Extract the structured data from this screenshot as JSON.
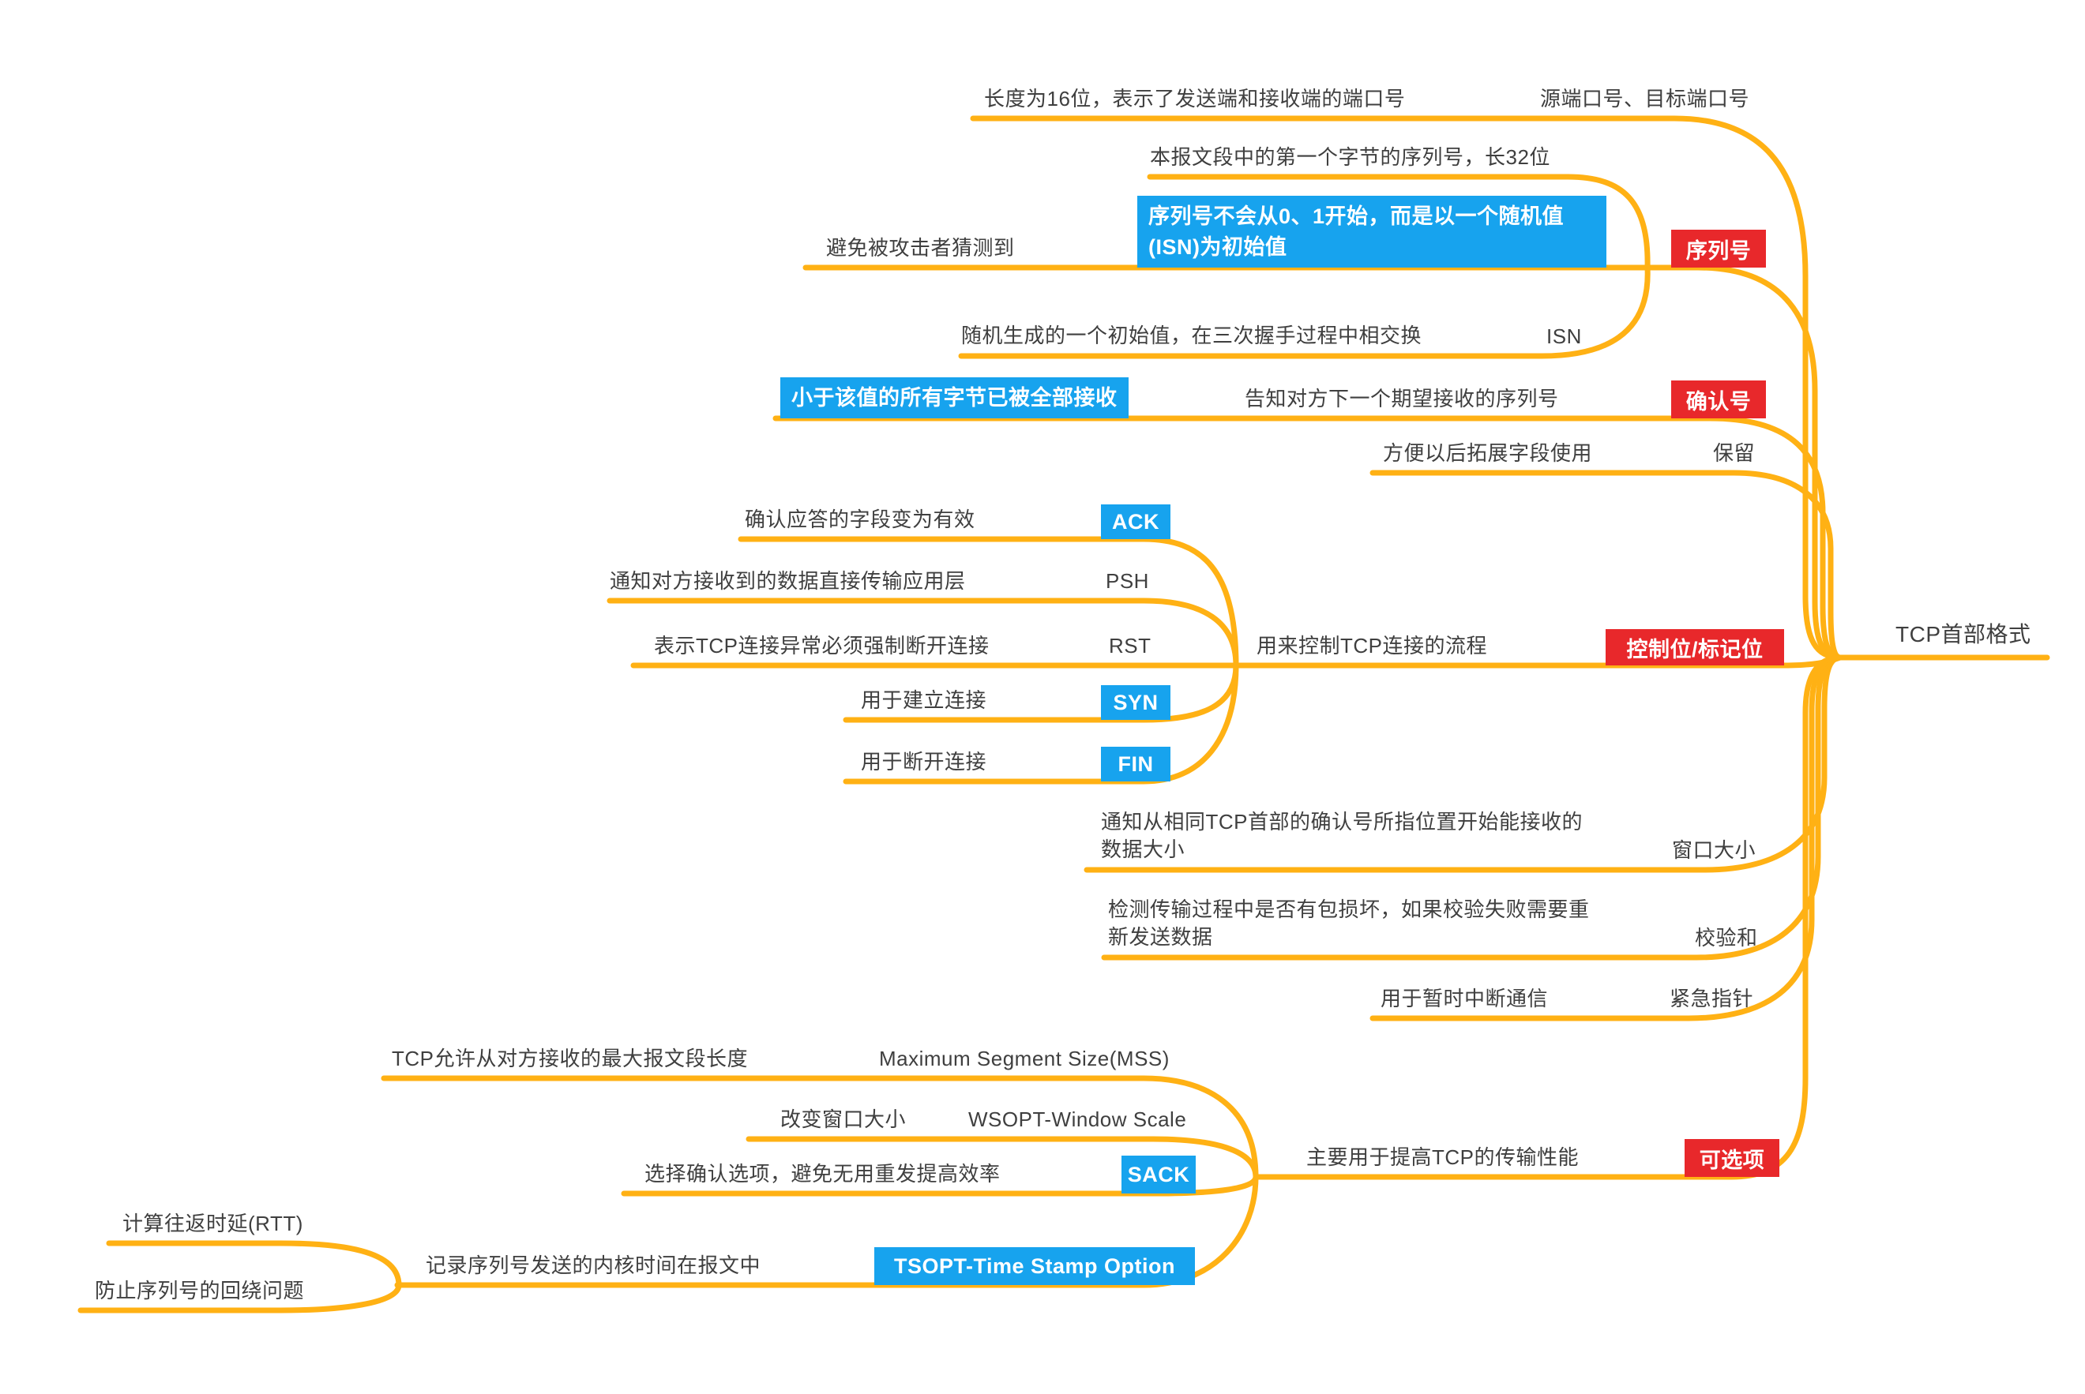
{
  "colors": {
    "connector_orange": "#FFB114",
    "badge_red": "#E8282B",
    "badge_blue": "#17A3EE",
    "text": "#3F3F3F",
    "background": "#FFFFFF"
  },
  "mindmap": {
    "root": {
      "label": "TCP首部格式"
    },
    "branches": [
      {
        "label": "源端口号、目标端口号",
        "type": "text",
        "children": [
          {
            "label": "长度为16位，表示了发送端和接收端的端口号",
            "type": "text"
          }
        ]
      },
      {
        "label": "序列号",
        "type": "red-badge",
        "children": [
          {
            "label": "本报文段中的第一个字节的序列号，长32位",
            "type": "text"
          },
          {
            "label": "序列号不会从0、1开始，而是以一个随机值(ISN)为初始值",
            "type": "blue-box",
            "children": [
              {
                "label": "避免被攻击者猜测到",
                "type": "text"
              }
            ]
          },
          {
            "label": "ISN",
            "type": "text",
            "children": [
              {
                "label": "随机生成的一个初始值，在三次握手过程中相交换",
                "type": "text"
              }
            ]
          }
        ]
      },
      {
        "label": "确认号",
        "type": "red-badge",
        "children": [
          {
            "label": "告知对方下一个期望接收的序列号",
            "type": "text",
            "children": [
              {
                "label": "小于该值的所有字节已被全部接收",
                "type": "blue-box"
              }
            ]
          }
        ]
      },
      {
        "label": "保留",
        "type": "text",
        "children": [
          {
            "label": "方便以后拓展字段使用",
            "type": "text"
          }
        ]
      },
      {
        "label": "控制位/标记位",
        "type": "red-badge",
        "children": [
          {
            "label": "用来控制TCP连接的流程",
            "type": "text",
            "children": [
              {
                "label": "ACK",
                "type": "blue-badge",
                "children": [
                  {
                    "label": "确认应答的字段变为有效",
                    "type": "text"
                  }
                ]
              },
              {
                "label": "PSH",
                "type": "text",
                "children": [
                  {
                    "label": "通知对方接收到的数据直接传输应用层",
                    "type": "text"
                  }
                ]
              },
              {
                "label": "RST",
                "type": "text",
                "children": [
                  {
                    "label": "表示TCP连接异常必须强制断开连接",
                    "type": "text"
                  }
                ]
              },
              {
                "label": "SYN",
                "type": "blue-badge",
                "children": [
                  {
                    "label": "用于建立连接",
                    "type": "text"
                  }
                ]
              },
              {
                "label": "FIN",
                "type": "blue-badge",
                "children": [
                  {
                    "label": "用于断开连接",
                    "type": "text"
                  }
                ]
              }
            ]
          }
        ]
      },
      {
        "label": "窗口大小",
        "type": "text",
        "children": [
          {
            "label": "通知从相同TCP首部的确认号所指位置开始能接收的数据大小",
            "type": "text"
          }
        ]
      },
      {
        "label": "校验和",
        "type": "text",
        "children": [
          {
            "label": "检测传输过程中是否有包损坏，如果校验失败需要重新发送数据",
            "type": "text"
          }
        ]
      },
      {
        "label": "紧急指针",
        "type": "text",
        "children": [
          {
            "label": "用于暂时中断通信",
            "type": "text"
          }
        ]
      },
      {
        "label": "可选项",
        "type": "red-badge",
        "children": [
          {
            "label": "主要用于提高TCP的传输性能",
            "type": "text",
            "children": [
              {
                "label": "Maximum Segment Size(MSS)",
                "type": "text",
                "children": [
                  {
                    "label": "TCP允许从对方接收的最大报文段长度",
                    "type": "text"
                  }
                ]
              },
              {
                "label": "WSOPT-Window Scale",
                "type": "text",
                "children": [
                  {
                    "label": "改变窗口大小",
                    "type": "text"
                  }
                ]
              },
              {
                "label": "SACK",
                "type": "blue-badge",
                "children": [
                  {
                    "label": "选择确认选项，避免无用重发提高效率",
                    "type": "text"
                  }
                ]
              },
              {
                "label": "TSOPT-Time Stamp Option",
                "type": "blue-badge",
                "children": [
                  {
                    "label": "记录序列号发送的内核时间在报文中",
                    "type": "text",
                    "children": [
                      {
                        "label": "计算往返时延(RTT)",
                        "type": "text"
                      },
                      {
                        "label": "防止序列号的回绕问题",
                        "type": "text"
                      }
                    ]
                  }
                ]
              }
            ]
          }
        ]
      }
    ]
  }
}
